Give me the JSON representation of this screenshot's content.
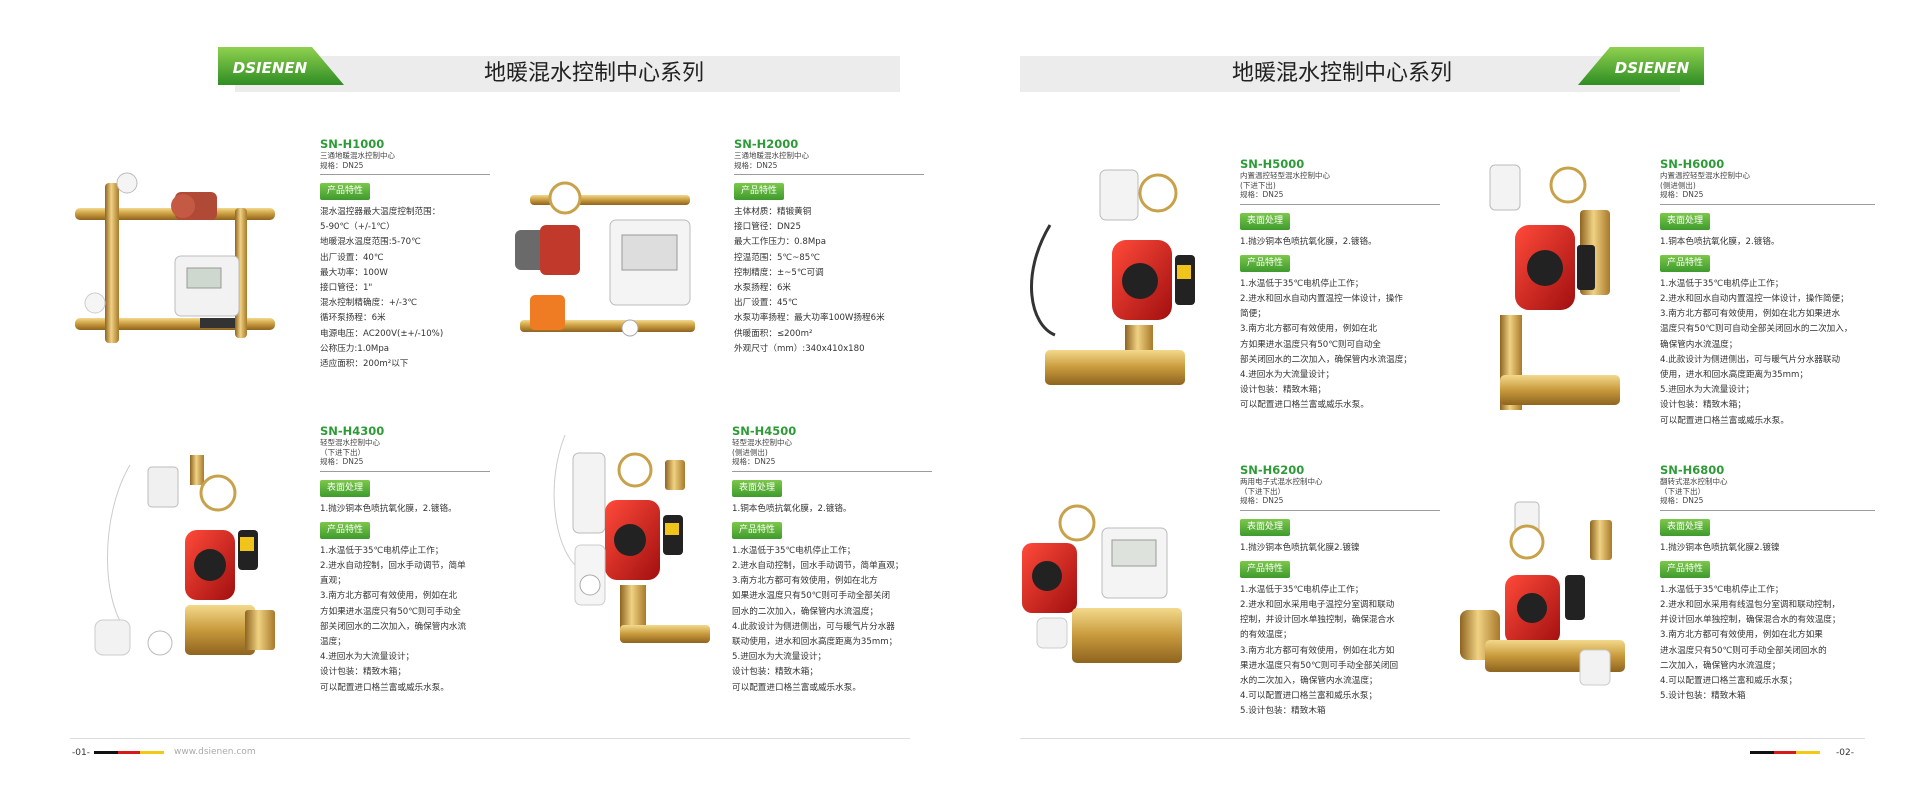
{
  "header": {
    "title": "地暖混水控制中心系列",
    "brand": "DSIENEN"
  },
  "colors": {
    "accent_green": "#3e9a2d",
    "code_green": "#2e9b38",
    "band": "#ececec"
  },
  "footer": {
    "left_page": "-01-",
    "right_page": "-02-",
    "url": "www.dsienen.com"
  },
  "products": {
    "h1000": {
      "code": "SN-H1000",
      "subtitle": "三通地暖混水控制中心\n规格：DN25",
      "tag": "产品特性",
      "lines": [
        "混水温控器最大温度控制范围：",
        "5-90℃（+/-1℃）",
        "地暖混水温度范围:5-70℃",
        "出厂设置：40℃",
        "最大功率：100W",
        "接口管径：1\"",
        "混水控制精确度：+/-3℃",
        "循环泵扬程：6米",
        "电源电压：AC200V(±+/-10%)",
        "公称压力:1.0Mpa",
        "适应面积：200m²以下"
      ]
    },
    "h2000": {
      "code": "SN-H2000",
      "subtitle": "三通地暖混水控制中心\n规格：DN25",
      "tag": "产品特性",
      "lines": [
        "主体材质：精锻黄铜",
        "接口管径：DN25",
        "最大工作压力：0.8Mpa",
        "控温范围：5℃~85℃",
        "控制精度：±~5℃可调",
        "水泵扬程：6米",
        "出厂设置：45℃",
        "水泵功率扬程：最大功率100W扬程6米",
        "供暖面积：≤200m²",
        "外观尺寸（mm）:340x410x180"
      ]
    },
    "h4300": {
      "code": "SN-H4300",
      "subtitle": "轻型混水控制中心\n（下进下出）\n规格：DN25",
      "tag1": "表面处理",
      "lines1": [
        "1.抛沙铜本色喷抗氧化膜，2.镀铬。"
      ],
      "tag2": "产品特性",
      "lines2": [
        "1.水温低于35℃电机停止工作；",
        "2.进水自动控制，回水手动调节，简单",
        "直观；",
        "3.南方北方都可有效使用，例如在北",
        "方如果进水温度只有50℃则可手动全",
        "部关闭回水的二次加入，确保管内水流",
        "温度；",
        "4.进回水为大流量设计；",
        "设计包装：精致木箱；",
        "可以配置进口格兰富或威乐水泵。"
      ]
    },
    "h4500": {
      "code": "SN-H4500",
      "subtitle": "轻型混水控制中心\n(侧进侧出)\n规格：DN25",
      "tag1": "表面处理",
      "lines1": [
        "1.铜本色喷抗氧化膜，2.镀铬。"
      ],
      "tag2": "产品特性",
      "lines2": [
        "1.水温低于35℃电机停止工作；",
        "2.进水自动控制，回水手动调节，简单直观；",
        "3.南方北方都可有效使用，例如在北方",
        "如果进水温度只有50℃则可手动全部关闭",
        "回水的二次加入，确保管内水流温度；",
        "4.此款设计为侧进侧出，可与暖气片分水器",
        "联动使用，进水和回水高度距离为35mm；",
        "5.进回水为大流量设计；",
        "设计包装：精致木箱；",
        "可以配置进口格兰富或威乐水泵。"
      ]
    },
    "h5000": {
      "code": "SN-H5000",
      "subtitle": "内置温控轻型混水控制中心\n(下进下出)\n规格：DN25",
      "tag1": "表面处理",
      "lines1": [
        "1.抛沙铜本色喷抗氧化膜，2.镀铬。"
      ],
      "tag2": "产品特性",
      "lines2": [
        "1.水温低于35℃电机停止工作；",
        "2.进水和回水自动内置温控一体设计，操作",
        "简便；",
        "3.南方北方都可有效使用，例如在北",
        "方如果进水温度只有50℃则可自动全",
        "部关闭回水的二次加入，确保管内水流温度；",
        "4.进回水为大流量设计；",
        "设计包装：精致木箱；",
        "可以配置进口格兰富或威乐水泵。"
      ]
    },
    "h6000": {
      "code": "SN-H6000",
      "subtitle": "内置温控轻型混水控制中心\n(侧进侧出)\n规格：DN25",
      "tag1": "表面处理",
      "lines1": [
        "1.铜本色喷抗氧化膜，2.镀铬。"
      ],
      "tag2": "产品特性",
      "lines2": [
        "1.水温低于35℃电机停止工作；",
        "2.进水和回水自动内置温控一体设计，操作简便；",
        "3.南方北方都可有效使用，例如在北方如果进水",
        "温度只有50℃则可自动全部关闭回水的二次加入，",
        "确保管内水流温度；",
        "4.此款设计为侧进侧出，可与暖气片分水器联动",
        "使用，进水和回水高度距离为35mm；",
        "5.进回水为大流量设计；",
        "设计包装：精致木箱；",
        "可以配置进口格兰富或威乐水泵。"
      ]
    },
    "h6200": {
      "code": "SN-H6200",
      "subtitle": "两用电子式混水控制中心\n（下进下出）\n规格：DN25",
      "tag1": "表面处理",
      "lines1": [
        "1.抛沙铜本色喷抗氧化膜2.镀镍"
      ],
      "tag2": "产品特性",
      "lines2": [
        "1.水温低于35℃电机停止工作；",
        "2.进水和回水采用电子温控分室调和联动",
        "控制，并设计回水单独控制，确保混合水",
        "的有效温度；",
        "3.南方北方都可有效使用，例如在北方如",
        "果进水温度只有50℃则可手动全部关闭回",
        "水的二次加入，确保管内水流温度；",
        "4.可以配置进口格兰富和威乐水泵；",
        "5.设计包装：精致木箱"
      ]
    },
    "h6800": {
      "code": "SN-H6800",
      "subtitle": "翻转式混水控制中心\n（下进下出）\n规格：DN25",
      "tag1": "表面处理",
      "lines1": [
        "1.抛沙铜本色喷抗氧化膜2.镀镍"
      ],
      "tag2": "产品特性",
      "lines2": [
        "1.水温低于35℃电机停止工作；",
        "2.进水和回水采用有线温包分室调和联动控制，",
        "并设计回水单独控制，确保混合水的有效温度；",
        "3.南方北方都可有效使用，例如在北方如果",
        "进水温度只有50℃则可手动全部关闭回水的",
        "二次加入，确保管内水流温度；",
        "4.可以配置进口格兰富和威乐水泵；",
        "5.设计包装：精致木箱"
      ]
    }
  }
}
